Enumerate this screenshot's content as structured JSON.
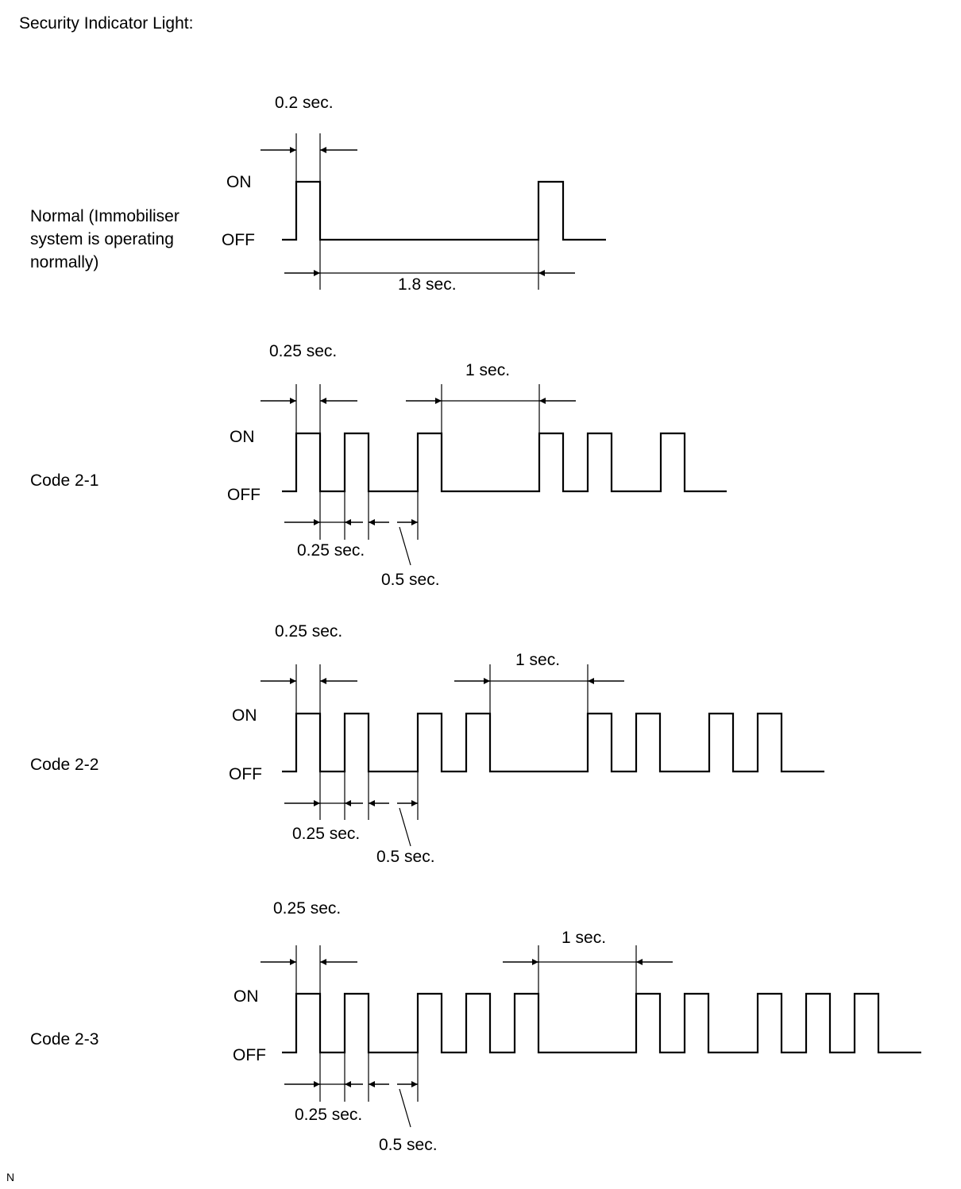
{
  "header": {
    "title": "Security Indicator Light:"
  },
  "footer": {
    "mark": "N"
  },
  "waveforms": [
    {
      "label": "Normal (Immobiliser\nsystem is operating\nnormally)",
      "on_label": "ON",
      "off_label": "OFF",
      "width_annotation": "0.2 sec.",
      "period_annotation": "1.8 sec."
    },
    {
      "label": "Code 2-1",
      "on_label": "ON",
      "off_label": "OFF",
      "width_annotation": "0.25 sec.",
      "gap_annotation": "1 sec.",
      "off_short_annotation": "0.25 sec.",
      "off_long_annotation": "0.5 sec."
    },
    {
      "label": "Code 2-2",
      "on_label": "ON",
      "off_label": "OFF",
      "width_annotation": "0.25 sec.",
      "gap_annotation": "1 sec.",
      "off_short_annotation": "0.25 sec.",
      "off_long_annotation": "0.5 sec."
    },
    {
      "label": "Code 2-3",
      "on_label": "ON",
      "off_label": "OFF",
      "width_annotation": "0.25 sec.",
      "gap_annotation": "1 sec.",
      "off_short_annotation": "0.25 sec.",
      "off_long_annotation": "0.5 sec."
    }
  ]
}
